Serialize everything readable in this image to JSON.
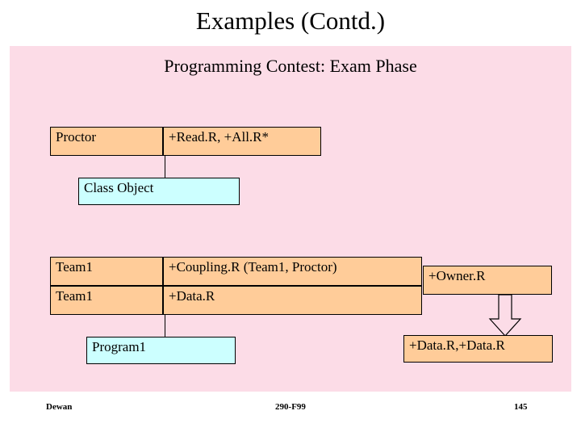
{
  "slide": {
    "title": "Examples (Contd.)",
    "subtitle": "Programming Contest: Exam Phase",
    "body_background": "#fcdce7"
  },
  "diagram": {
    "proctor": {
      "name": "Proctor",
      "operations": "+Read.R, +All.R*"
    },
    "class_object_label": "Class Object",
    "team_rows": [
      {
        "name": "Team1",
        "operations": "+Coupling.R (Team1, Proctor)"
      },
      {
        "name": "Team1",
        "operations": "+Data.R"
      }
    ],
    "owner_label": "+Owner.R",
    "program_label": "Program1",
    "result_label": "+Data.R,+Data.R"
  },
  "colors": {
    "orange_box": "#ffcc99",
    "cyan_box": "#ccffff",
    "slide_bg": "#fcdce7",
    "border": "#000000"
  },
  "footer": {
    "author": "Dewan",
    "course": "290-F99",
    "page": "145"
  }
}
